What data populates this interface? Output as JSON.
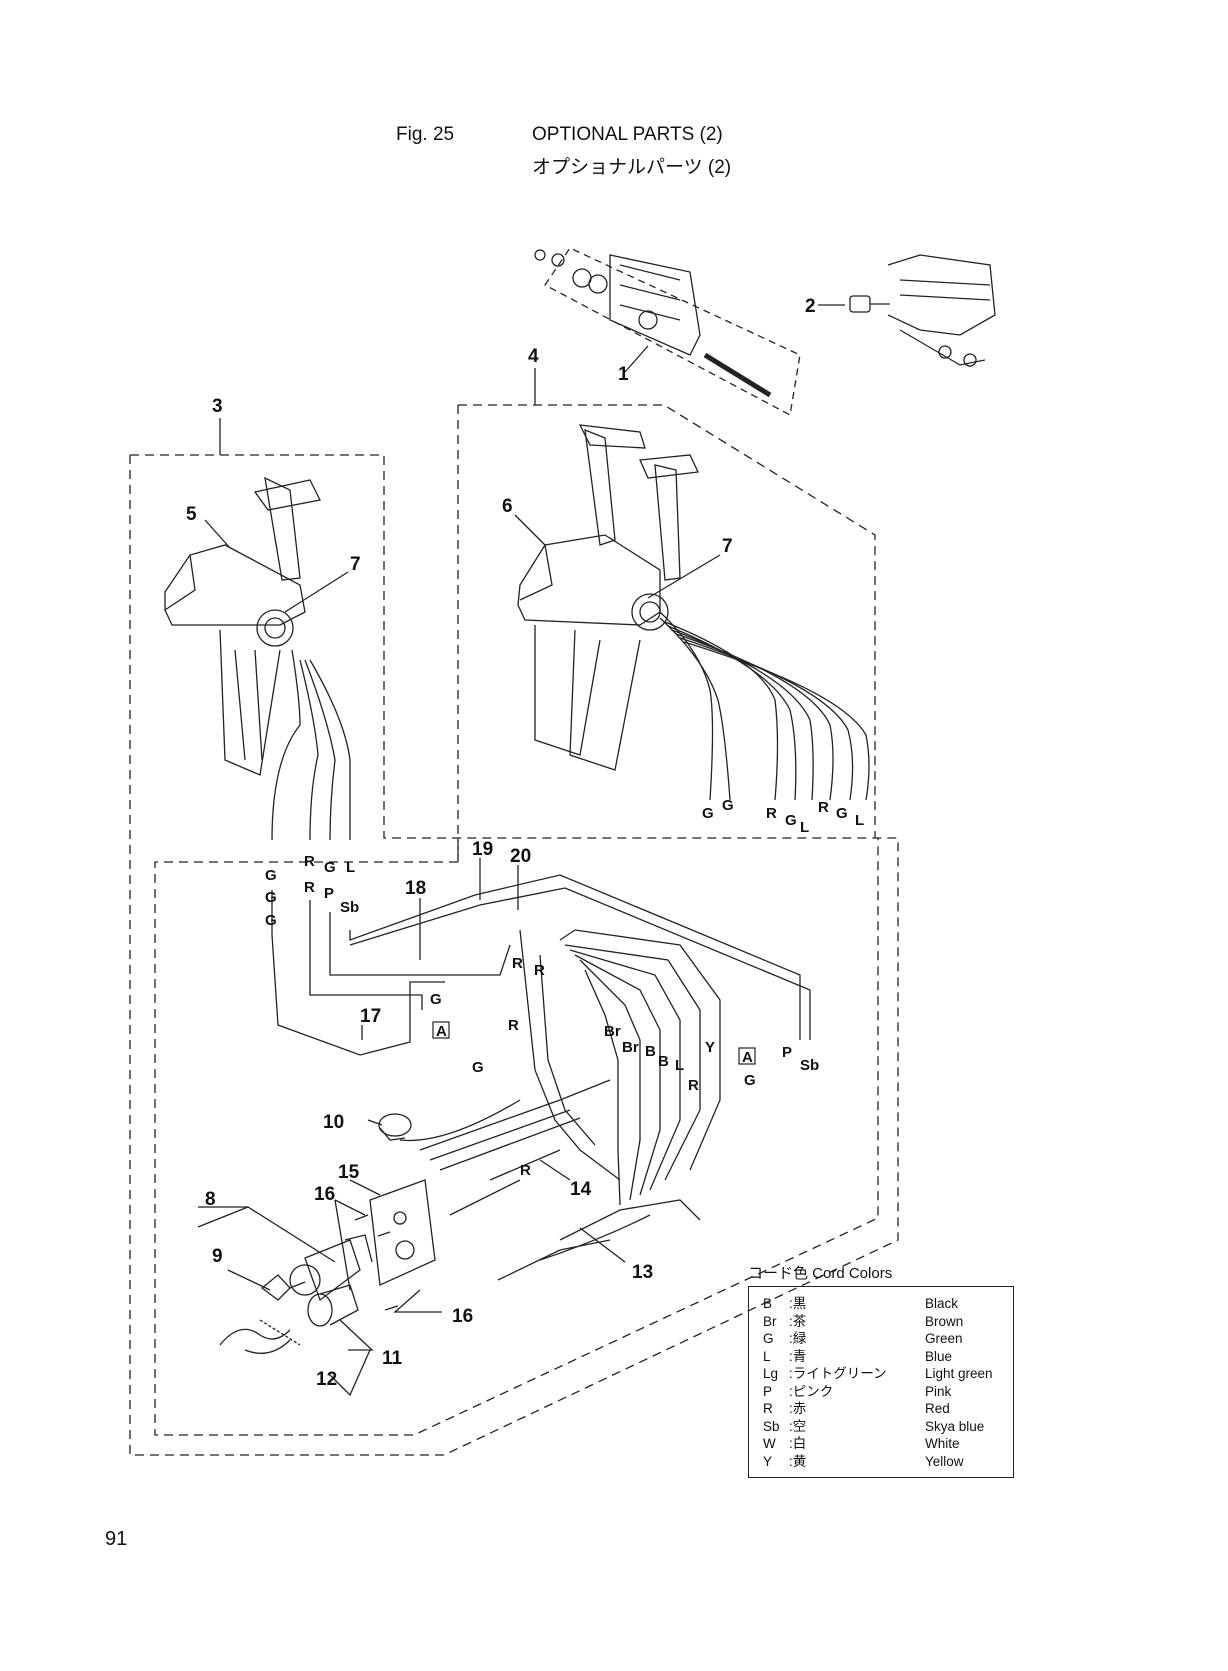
{
  "header": {
    "figure_number": "Fig. 25",
    "title_en": "OPTIONAL PARTS (2)",
    "title_ja": "オプショナルパーツ (2)"
  },
  "callouts": [
    "1",
    "2",
    "3",
    "4",
    "5",
    "6",
    "7",
    "7",
    "8",
    "9",
    "10",
    "11",
    "12",
    "13",
    "14",
    "15",
    "16",
    "16",
    "17",
    "18",
    "19",
    "20"
  ],
  "wire_labels": {
    "single_lever_top": [
      "G",
      "R",
      "G",
      "L"
    ],
    "single_lever_bottom": [
      "G",
      "R",
      "P",
      "Sb"
    ],
    "single_lever_lower": [
      "G"
    ],
    "dual_lever": [
      "G",
      "G",
      "R",
      "G",
      "L",
      "R",
      "G",
      "L"
    ],
    "harness": [
      "R",
      "R",
      "G",
      "R",
      "G",
      "Br",
      "Br",
      "B",
      "B",
      "L",
      "Y",
      "R",
      "P",
      "Sb",
      "G",
      "R"
    ],
    "box_marks": [
      "A",
      "A"
    ]
  },
  "legend": {
    "title": "コード色 Cord Colors",
    "rows": [
      {
        "code": "B",
        "ja": ":黒",
        "en": "Black"
      },
      {
        "code": "Br",
        "ja": ":茶",
        "en": "Brown"
      },
      {
        "code": "G",
        "ja": ":緑",
        "en": "Green"
      },
      {
        "code": "L",
        "ja": ":青",
        "en": "Blue"
      },
      {
        "code": "Lg",
        "ja": ":ライトグリーン",
        "en": "Light green"
      },
      {
        "code": "P",
        "ja": ":ピンク",
        "en": "Pink"
      },
      {
        "code": "R",
        "ja": ":赤",
        "en": "Red"
      },
      {
        "code": "Sb",
        "ja": ":空",
        "en": "Skya blue"
      },
      {
        "code": "W",
        "ja": ":白",
        "en": "White"
      },
      {
        "code": "Y",
        "ja": ":黄",
        "en": "Yellow"
      }
    ]
  },
  "page_number": "91"
}
